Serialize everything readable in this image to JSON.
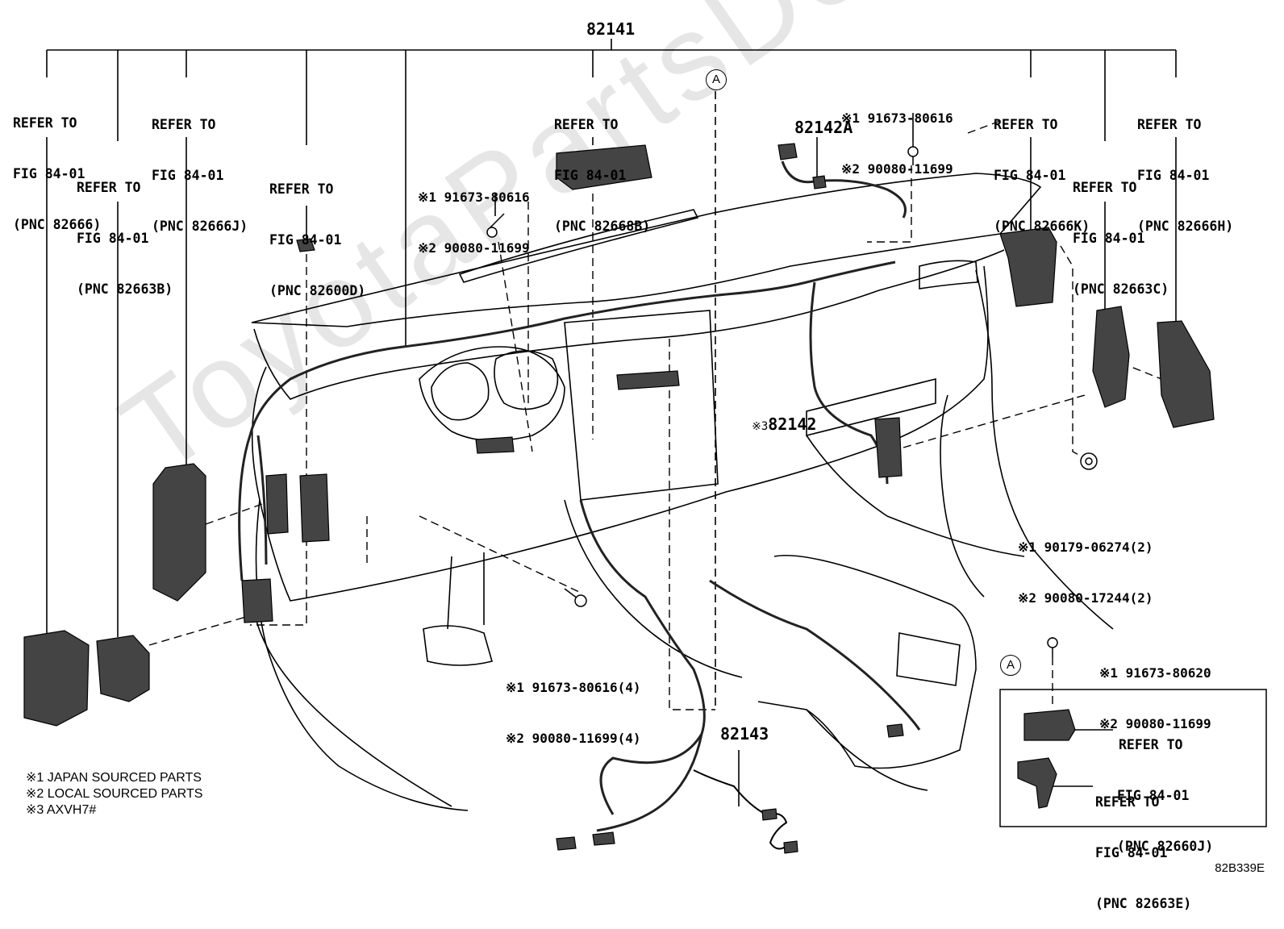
{
  "main_part": "82141",
  "part_82142a": "82142A",
  "part_82142_prefix": "※3",
  "part_82142": "82142",
  "part_82143": "82143",
  "circle_marker": "A",
  "refs": [
    {
      "id": "r1",
      "l1": "REFER TO",
      "l2": "FIG 84-01",
      "l3": "(PNC 82666)"
    },
    {
      "id": "r2",
      "l1": "REFER TO",
      "l2": "FIG 84-01",
      "l3": "(PNC 82663B)"
    },
    {
      "id": "r3",
      "l1": "REFER TO",
      "l2": "FIG 84-01",
      "l3": "(PNC 82666J)"
    },
    {
      "id": "r4",
      "l1": "REFER TO",
      "l2": "FIG 84-01",
      "l3": "(PNC 82600D)"
    },
    {
      "id": "r5",
      "l1": "REFER TO",
      "l2": "FIG 84-01",
      "l3": "(PNC 82668B)"
    },
    {
      "id": "r6",
      "l1": "REFER TO",
      "l2": "FIG 84-01",
      "l3": "(PNC 82666K)"
    },
    {
      "id": "r7",
      "l1": "REFER TO",
      "l2": "FIG 84-01",
      "l3": "(PNC 82663C)"
    },
    {
      "id": "r8",
      "l1": "REFER TO",
      "l2": "FIG 84-01",
      "l3": "(PNC 82666H)"
    },
    {
      "id": "r9",
      "l1": "REFER TO",
      "l2": "FIG 84-01",
      "l3": "(PNC 82660J)"
    },
    {
      "id": "r10",
      "l1": "REFER TO",
      "l2": "FIG 84-01",
      "l3": "(PNC 82663E)"
    }
  ],
  "fasteners": {
    "f1": {
      "l1": "※1 91673-80616",
      "l2": "※2 90080-11699"
    },
    "f2": {
      "l1": "※1 91673-80616",
      "l2": "※2 90080-11699"
    },
    "f3": {
      "l1": "※1 90179-06274(2)",
      "l2": "※2 90080-17244(2)"
    },
    "f4": {
      "l1": "※1 91673-80616(4)",
      "l2": "※2 90080-11699(4)"
    },
    "f5": {
      "l1": "※1 91673-80620",
      "l2": "※2 90080-11699"
    }
  },
  "notes": {
    "n1": "※1 JAPAN SOURCED PARTS",
    "n2": "※2 LOCAL SOURCED PARTS",
    "n3": "※3 AXVH7#"
  },
  "watermark": "ToyotaPartsDeal",
  "figure_code": "82B339E"
}
